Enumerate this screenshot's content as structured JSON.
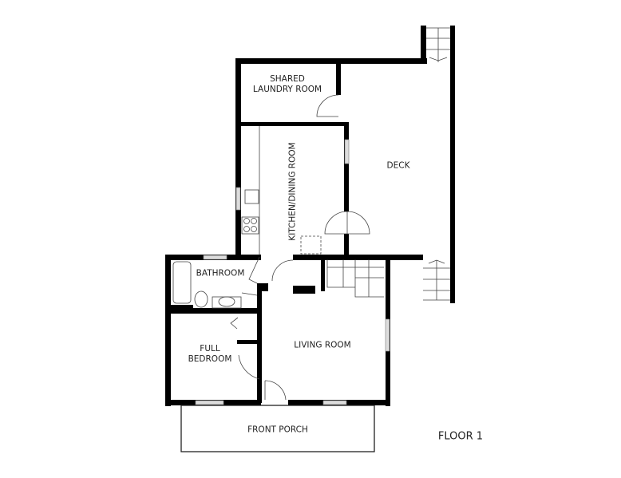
{
  "rooms": {
    "laundry": [
      "SHARED",
      "LAUNDRY ROOM"
    ],
    "deck": "DECK",
    "kitchen": "KITCHEN/DINING ROOM",
    "bathroom": "BATHROOM",
    "bedroom": [
      "FULL",
      "BEDROOM"
    ],
    "living": "LIVING ROOM",
    "porch": "FRONT PORCH"
  },
  "floor_label": "FLOOR 1",
  "colors": {
    "wall": "#000000",
    "window": "#bbbbbb",
    "line": "#444444"
  }
}
